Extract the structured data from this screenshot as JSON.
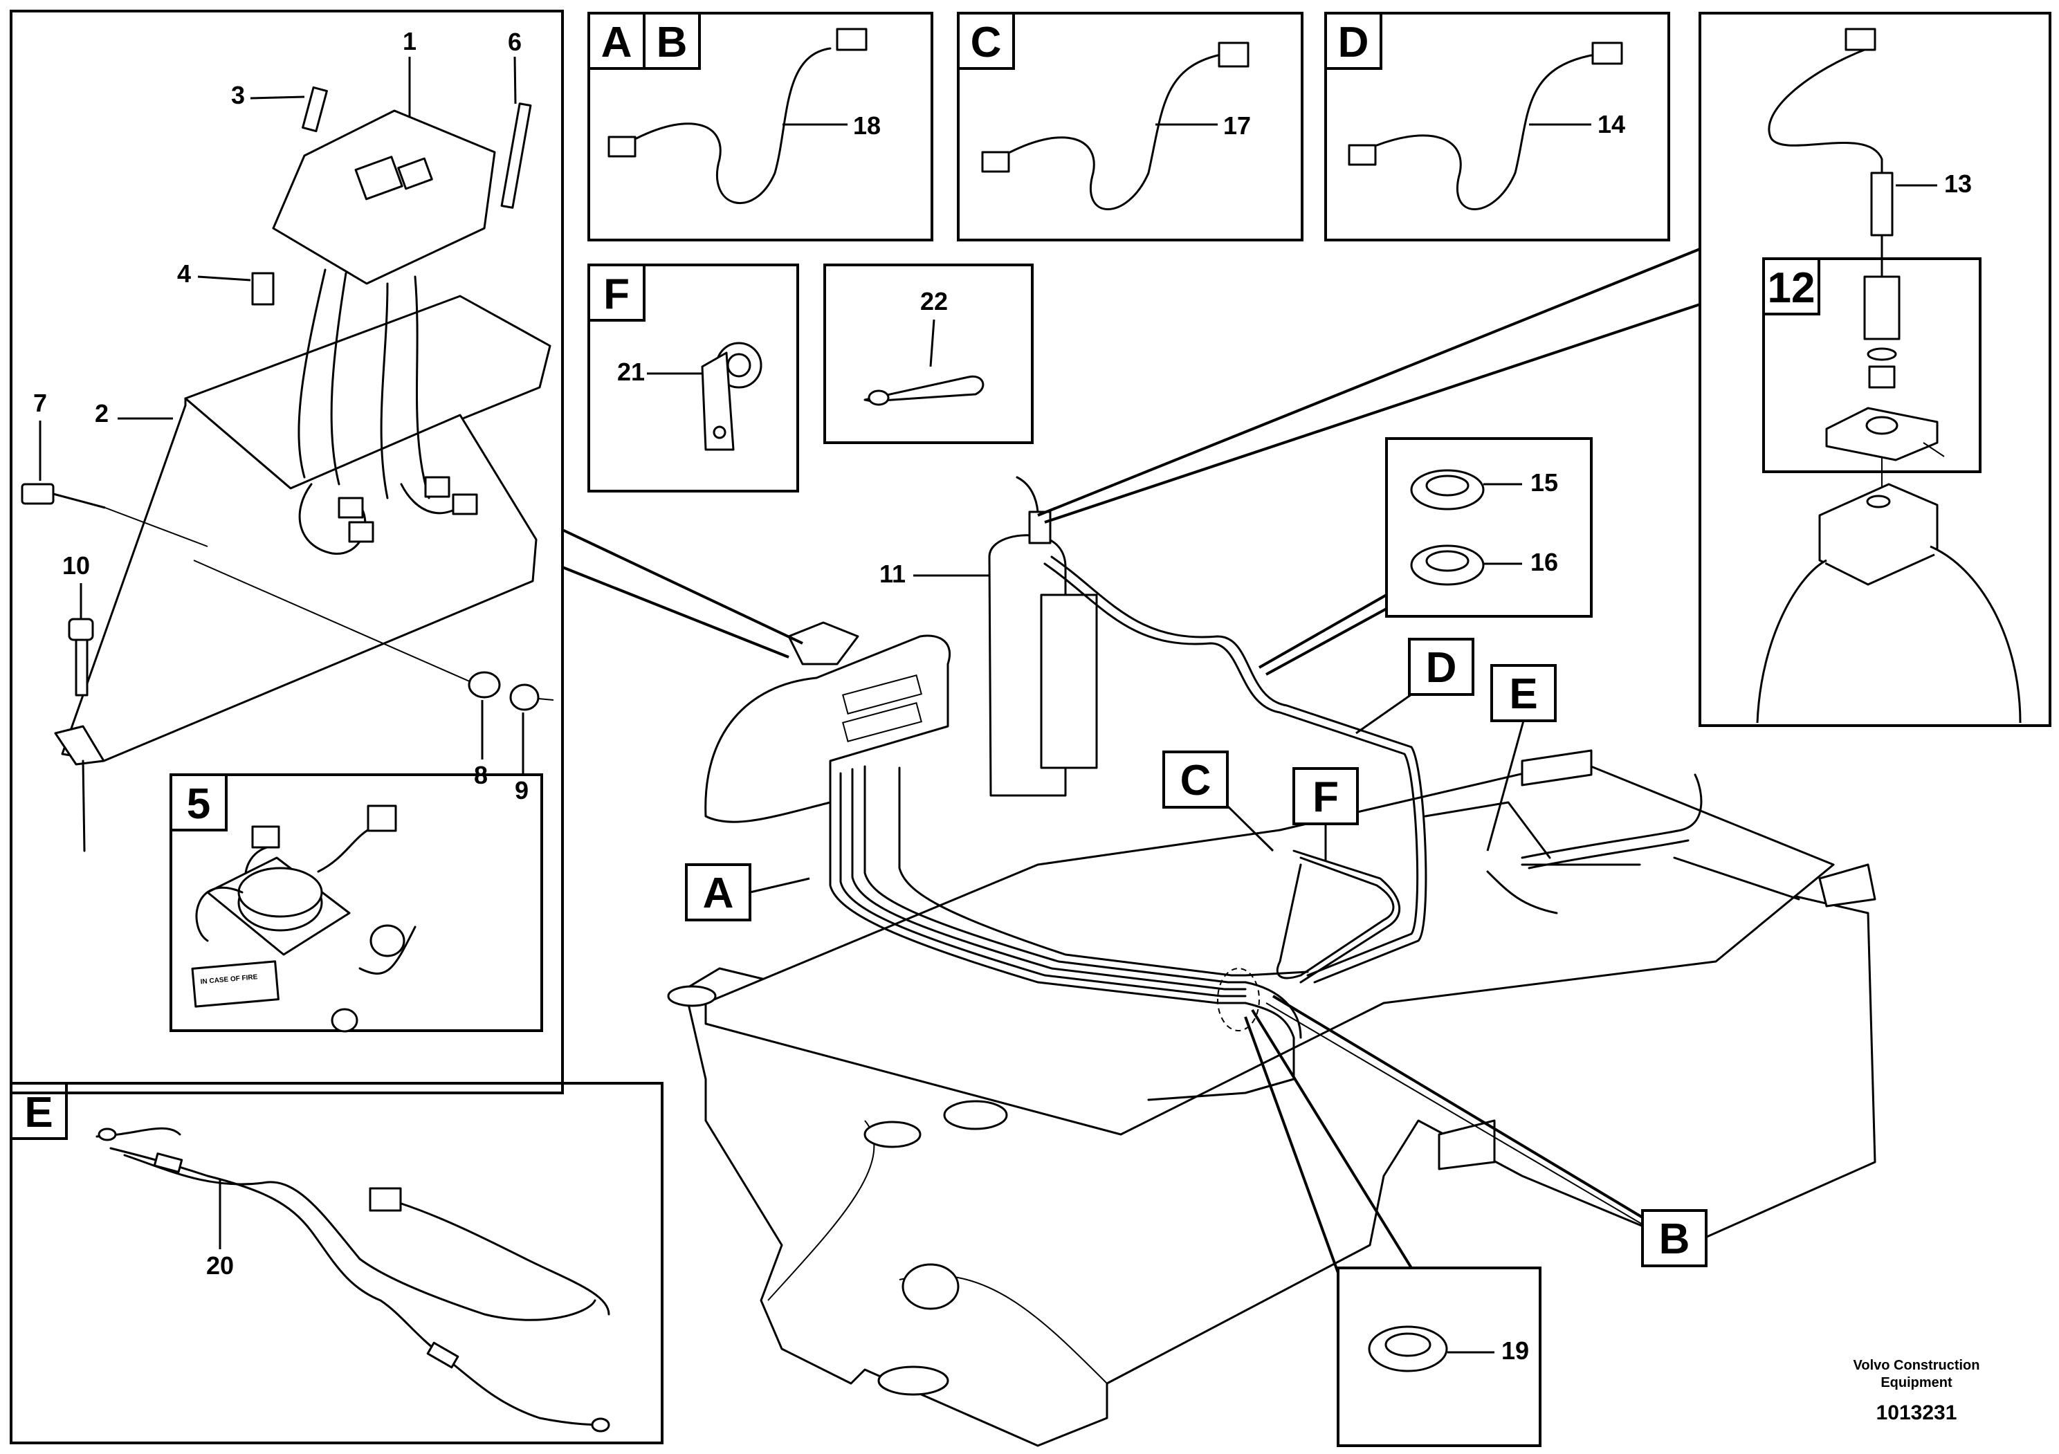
{
  "callouts": {
    "c1": "1",
    "c2": "2",
    "c3": "3",
    "c4": "4",
    "c5": "5",
    "c6": "6",
    "c7": "7",
    "c8": "8",
    "c9": "9",
    "c10": "10",
    "c11": "11",
    "c12": "12",
    "c13": "13",
    "c14": "14",
    "c15": "15",
    "c16": "16",
    "c17": "17",
    "c18": "18",
    "c19": "19",
    "c20": "20",
    "c21": "21",
    "c22": "22"
  },
  "views": {
    "a": "A",
    "b": "B",
    "c": "C",
    "d": "D",
    "e": "E",
    "f": "F"
  },
  "part_text": {
    "warning_card": "IN CASE OF FIRE"
  },
  "footer": {
    "publisher_line1": "Volvo Construction",
    "publisher_line2": "Equipment",
    "document_number": "1013231"
  }
}
